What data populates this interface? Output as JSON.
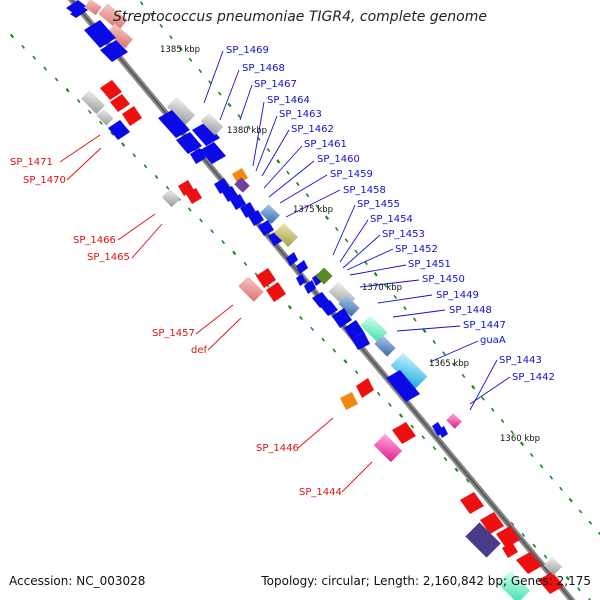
{
  "title": "Streptococcus pneumoniae TIGR4, complete genome",
  "accession_text": "Accession: NC_003028",
  "summary_text": "Topology: circular; Length: 2,160,842 bp; Genes: 2,175",
  "kbp_labels": [
    "1385 kbp",
    "1380 kbp",
    "1375 kbp",
    "1370 kbp",
    "1365 kbp",
    "1360 kbp"
  ],
  "forward_genes": [
    "SP_1469",
    "SP_1468",
    "SP_1467",
    "SP_1464",
    "SP_1463",
    "SP_1462",
    "SP_1461",
    "SP_1460",
    "SP_1459",
    "SP_1458",
    "SP_1455",
    "SP_1454",
    "SP_1453",
    "SP_1452",
    "SP_1451",
    "SP_1450",
    "SP_1449",
    "SP_1448",
    "SP_1447",
    "guaA",
    "SP_1443",
    "SP_1442"
  ],
  "reverse_genes": [
    "SP_1471",
    "SP_1470",
    "SP_1466",
    "SP_1465",
    "SP_1457",
    "def",
    "SP_1446",
    "SP_1444"
  ],
  "colors": {
    "forward_cds": "#0a0ae6",
    "reverse_cds": "#ee1010",
    "backbone": "#7a7a7a",
    "forward_label": "#1010d0",
    "reverse_label": "#e01010",
    "tick": "#1a8a1a"
  }
}
